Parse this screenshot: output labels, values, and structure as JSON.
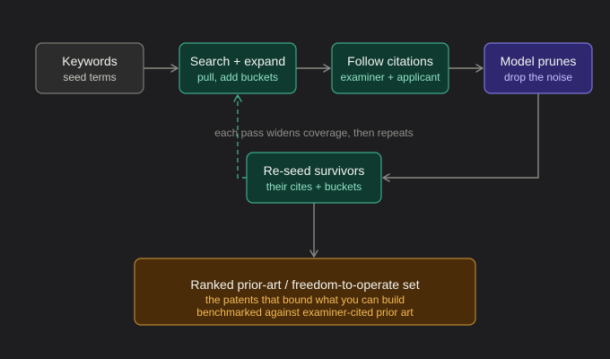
{
  "colors": {
    "background": "#1e1e20",
    "neutral_fill": "#2c2c2c",
    "neutral_stroke": "#7a7a72",
    "green_fill": "#0e3a30",
    "green_stroke": "#3ea888",
    "green_text": "#8fe0c2",
    "purple_fill": "#2f2870",
    "purple_stroke": "#7c74d6",
    "purple_text": "#c4beff",
    "amber_fill": "#4a2c08",
    "amber_stroke": "#b8842e",
    "amber_text": "#f4b957",
    "title_text": "#f2f2ef",
    "sub_text_neutral": "#c9c9c4",
    "arrow": "#8a8a86",
    "dashed_arrow": "#3ea888",
    "loop_label": "#8f8f8b"
  },
  "nodes": {
    "keywords": {
      "title": "Keywords",
      "subtitle": "seed terms"
    },
    "search": {
      "title": "Search + expand",
      "subtitle": "pull, add buckets"
    },
    "citations": {
      "title": "Follow citations",
      "subtitle": "examiner + applicant"
    },
    "prune": {
      "title": "Model prunes",
      "subtitle": "drop the noise"
    },
    "reseed": {
      "title": "Re-seed survivors",
      "subtitle": "their cites + buckets"
    },
    "ranked": {
      "title": "Ranked prior-art / freedom-to-operate set",
      "subtitle_line1": "the patents that bound what you can build",
      "subtitle_line2": "benchmarked against examiner-cited prior art"
    }
  },
  "loop_label": "each pass widens coverage, then repeats"
}
